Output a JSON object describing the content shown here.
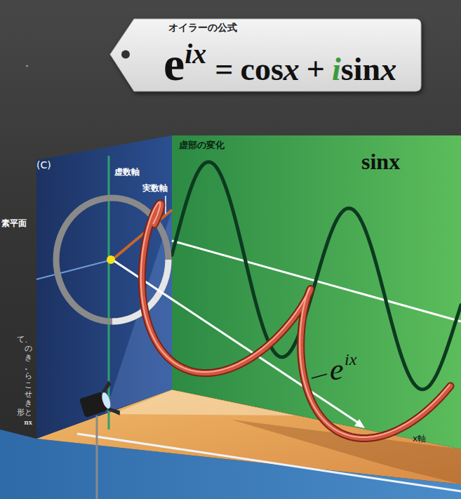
{
  "diagram": {
    "nodes": [
      {
        "text": [
          "オイラーの公式",
          "e",
          "ix",
          "=",
          "cos",
          "x",
          "+",
          "i",
          "sin",
          "x"
        ]
      },
      {
        "text": [
          "虚数軸",
          "実数軸"
        ]
      },
      {
        "text": [
          "虚部の変化",
          "sinx"
        ]
      }
    ],
    "labels": [
      "(C)",
      "e",
      "ix",
      "x軸",
      "素平面",
      "。",
      "て、",
      "の",
      "き",
      "。",
      "ら",
      "こ",
      "せ",
      "き",
      "形と",
      "nx"
    ]
  }
}
